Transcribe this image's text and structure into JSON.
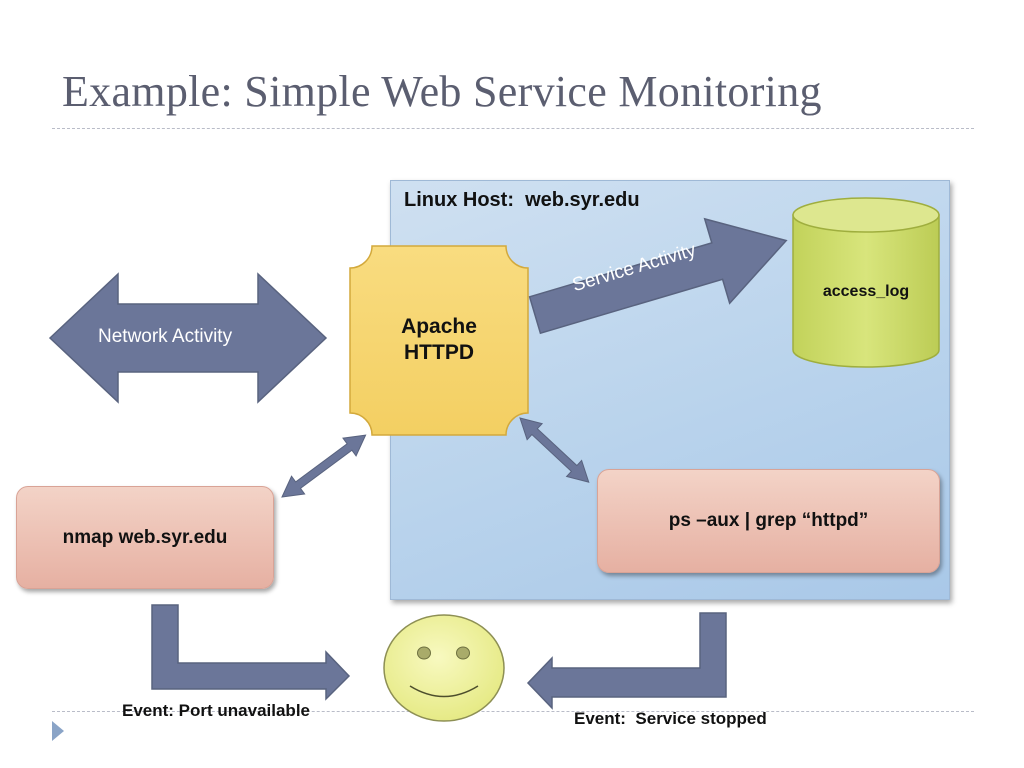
{
  "title": "Example: Simple Web Service Monitoring",
  "host": {
    "label": "Linux Host:  web.syr.edu"
  },
  "apache": {
    "line1": "Apache",
    "line2": "HTTPD"
  },
  "database": {
    "label": "access_log"
  },
  "arrows": {
    "network": "Network Activity",
    "service": "Service Activity"
  },
  "nmap": {
    "label": "nmap web.syr.edu"
  },
  "ps": {
    "label": "ps –aux | grep “httpd”"
  },
  "events": {
    "port": "Event: Port unavailable",
    "service": "Event:  Service stopped"
  },
  "colors": {
    "arrow_fill": "#6b7699",
    "host_fill": "#bcd5ee",
    "apache_fill": "#f7d774",
    "db_fill": "#cddc6a",
    "box_fill": "#ecbfb2",
    "smiley_fill": "#f1f3a0"
  },
  "icons": {
    "slide_bullet": "triangle-bullet-icon",
    "smiley": "smiley-face-icon"
  }
}
